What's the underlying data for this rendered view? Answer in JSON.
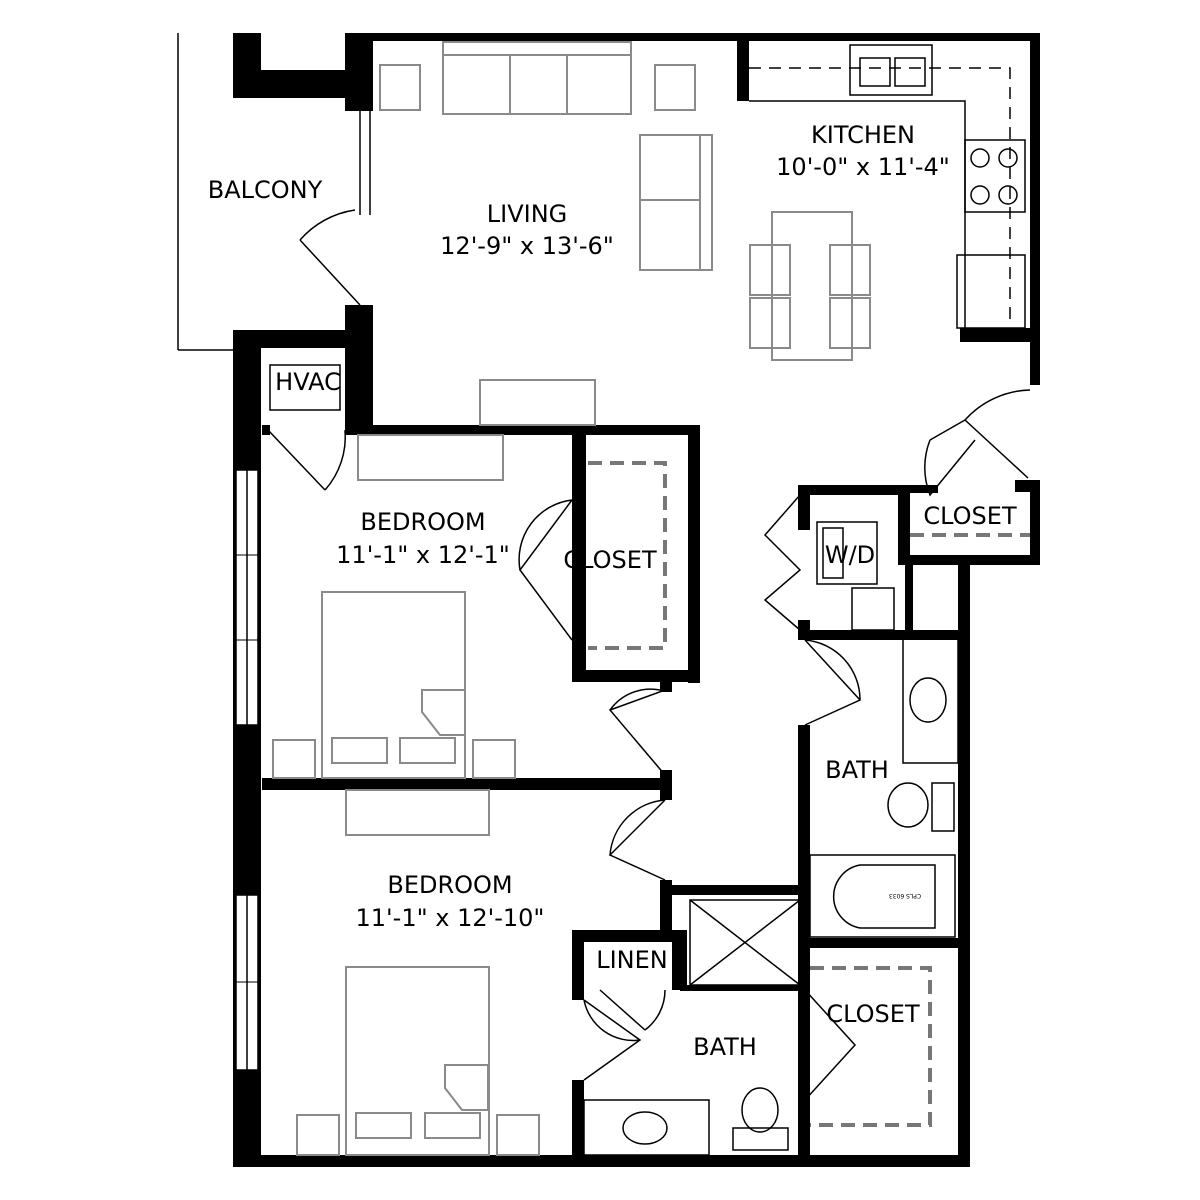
{
  "rooms": {
    "balcony": {
      "name": "BALCONY"
    },
    "living": {
      "name": "LIVING",
      "size": "12'-9\" x 13'-6\""
    },
    "kitchen": {
      "name": "KITCHEN",
      "size": "10'-0\" x 11'-4\""
    },
    "hvac": {
      "name": "HVAC"
    },
    "bedroom1": {
      "name": "BEDROOM",
      "size": "11'-1\" x 12'-1\""
    },
    "bedroom1_closet": {
      "name": "CLOSET"
    },
    "wd": {
      "name": "W/D"
    },
    "entry_closet": {
      "name": "CLOSET"
    },
    "bath1": {
      "name": "BATH"
    },
    "bath1_tub_label": "CPLS 6033",
    "bedroom2": {
      "name": "BEDROOM",
      "size": "11'-1\" x 12'-10\""
    },
    "linen": {
      "name": "LINEN"
    },
    "bath2": {
      "name": "BATH"
    },
    "bedroom2_closet": {
      "name": "CLOSET"
    }
  },
  "colors": {
    "wall": "#000000",
    "furniture": "#8a8a8a",
    "background": "#ffffff"
  }
}
